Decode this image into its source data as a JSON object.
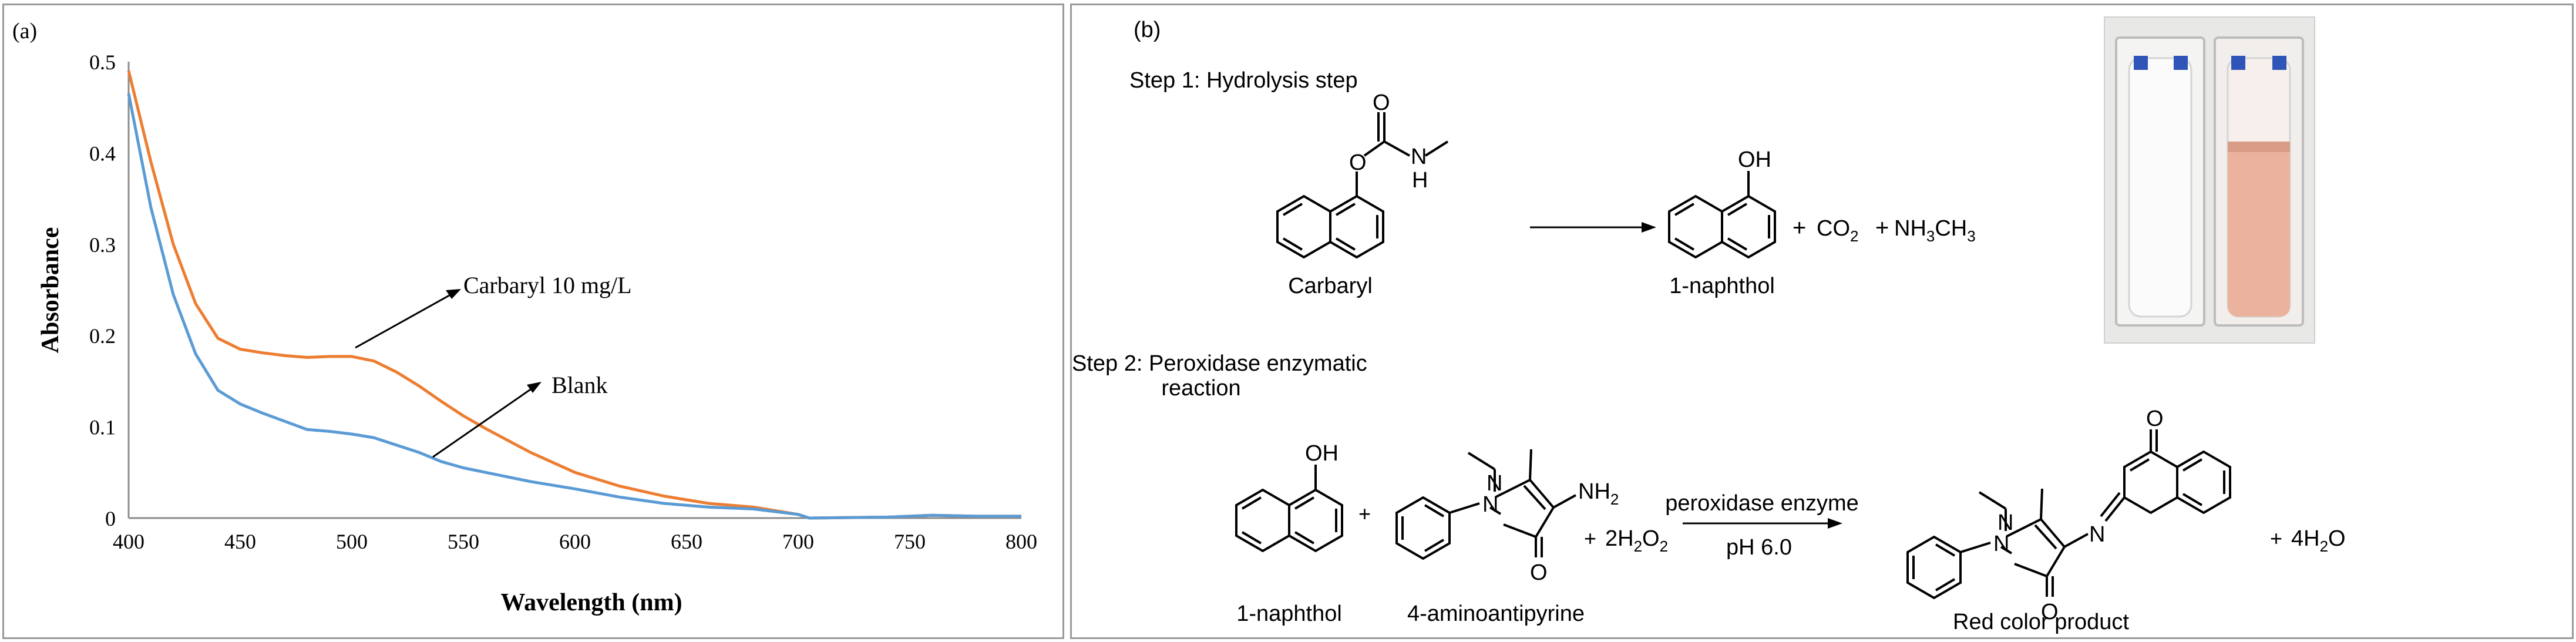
{
  "panel_a": {
    "label": "(a)",
    "annotations": {
      "carbaryl": "Carbaryl 10 mg/L",
      "blank": "Blank"
    }
  },
  "chart_data": {
    "type": "line",
    "xlabel": "Wavelength (nm)",
    "ylabel": "Absorbance",
    "xlim": [
      400,
      800
    ],
    "ylim": [
      0,
      0.5
    ],
    "x_ticks": [
      400,
      450,
      500,
      550,
      600,
      650,
      700,
      750,
      800
    ],
    "y_ticks": [
      0,
      0.1,
      0.2,
      0.3,
      0.4,
      0.5
    ],
    "grid": false,
    "legend": "none",
    "series": [
      {
        "name": "Carbaryl 10 mg/L",
        "color": "#ED7D31",
        "x": [
          400,
          410,
          420,
          430,
          440,
          450,
          460,
          470,
          480,
          490,
          500,
          510,
          520,
          530,
          540,
          550,
          560,
          570,
          580,
          590,
          600,
          620,
          640,
          660,
          680,
          700,
          705,
          740,
          760,
          780,
          800
        ],
        "y": [
          0.49,
          0.39,
          0.3,
          0.235,
          0.197,
          0.185,
          0.181,
          0.178,
          0.176,
          0.177,
          0.177,
          0.172,
          0.16,
          0.145,
          0.128,
          0.112,
          0.098,
          0.085,
          0.072,
          0.061,
          0.05,
          0.035,
          0.024,
          0.016,
          0.012,
          0.004,
          0.0,
          0.001,
          0.003,
          0.002,
          0.002
        ]
      },
      {
        "name": "Blank",
        "color": "#5B9BD5",
        "x": [
          400,
          410,
          420,
          430,
          440,
          450,
          460,
          470,
          480,
          490,
          500,
          510,
          520,
          530,
          540,
          550,
          560,
          570,
          580,
          600,
          620,
          640,
          660,
          680,
          700,
          705,
          740,
          760,
          780,
          800
        ],
        "y": [
          0.465,
          0.34,
          0.245,
          0.18,
          0.14,
          0.125,
          0.115,
          0.106,
          0.097,
          0.095,
          0.092,
          0.088,
          0.08,
          0.072,
          0.062,
          0.055,
          0.05,
          0.045,
          0.04,
          0.032,
          0.023,
          0.016,
          0.012,
          0.01,
          0.004,
          0.0,
          0.001,
          0.003,
          0.002,
          0.002
        ]
      }
    ]
  },
  "panel_b": {
    "label": "(b)",
    "step1_title": "Step 1: Hydrolysis step",
    "step2_title_line1": "Step 2: Peroxidase enzymatic",
    "step2_title_line2": "reaction",
    "carbaryl_label": "Carbaryl",
    "naphthol_label": "1-naphthol",
    "naphthol2_label": "1-naphthol",
    "aminoantipyrine_label": "4-aminoantipyrine",
    "product_label": "Red color product",
    "condition_top": "peroxidase enzyme",
    "condition_bottom": "pH 6.0",
    "plus": "+",
    "oh": "OH",
    "o": "O",
    "n": "N",
    "h": "H",
    "nh2": "NH",
    "two": "2",
    "co2": "CO",
    "nh3ch3_a": "NH",
    "nh3ch3_b": "3",
    "nh3ch3_c": "CH",
    "h2o2_a": "2H",
    "h2o2_b": "2",
    "h2o2_c": "O",
    "h2o_a": "4H",
    "h2o_b": "2",
    "h2o_c": "O"
  }
}
